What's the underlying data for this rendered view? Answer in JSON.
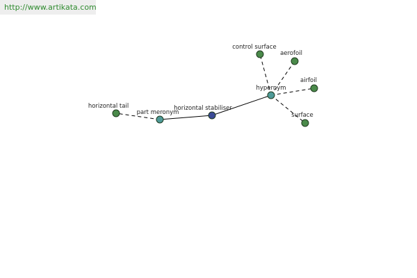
{
  "header": {
    "url_text": "http://www.artikata.com"
  },
  "colors": {
    "leaf_node": "#4a8a4a",
    "relation_node": "#4f9a98",
    "center_node": "#3b4a96",
    "url_text": "#2e8b2e"
  },
  "nodes": {
    "horizontal_stabiliser": {
      "label": "horizontal stabiliser",
      "kind": "center"
    },
    "part_meronym": {
      "label": "part meronym",
      "kind": "relation"
    },
    "hypernym": {
      "label": "hypernym",
      "kind": "relation"
    },
    "horizontal_tail": {
      "label": "horizontal tail",
      "kind": "leaf"
    },
    "control_surface": {
      "label": "control surface",
      "kind": "leaf"
    },
    "aerofoil": {
      "label": "aerofoil",
      "kind": "leaf"
    },
    "airfoil": {
      "label": "airfoil",
      "kind": "leaf"
    },
    "surface": {
      "label": "surface",
      "kind": "leaf"
    }
  }
}
